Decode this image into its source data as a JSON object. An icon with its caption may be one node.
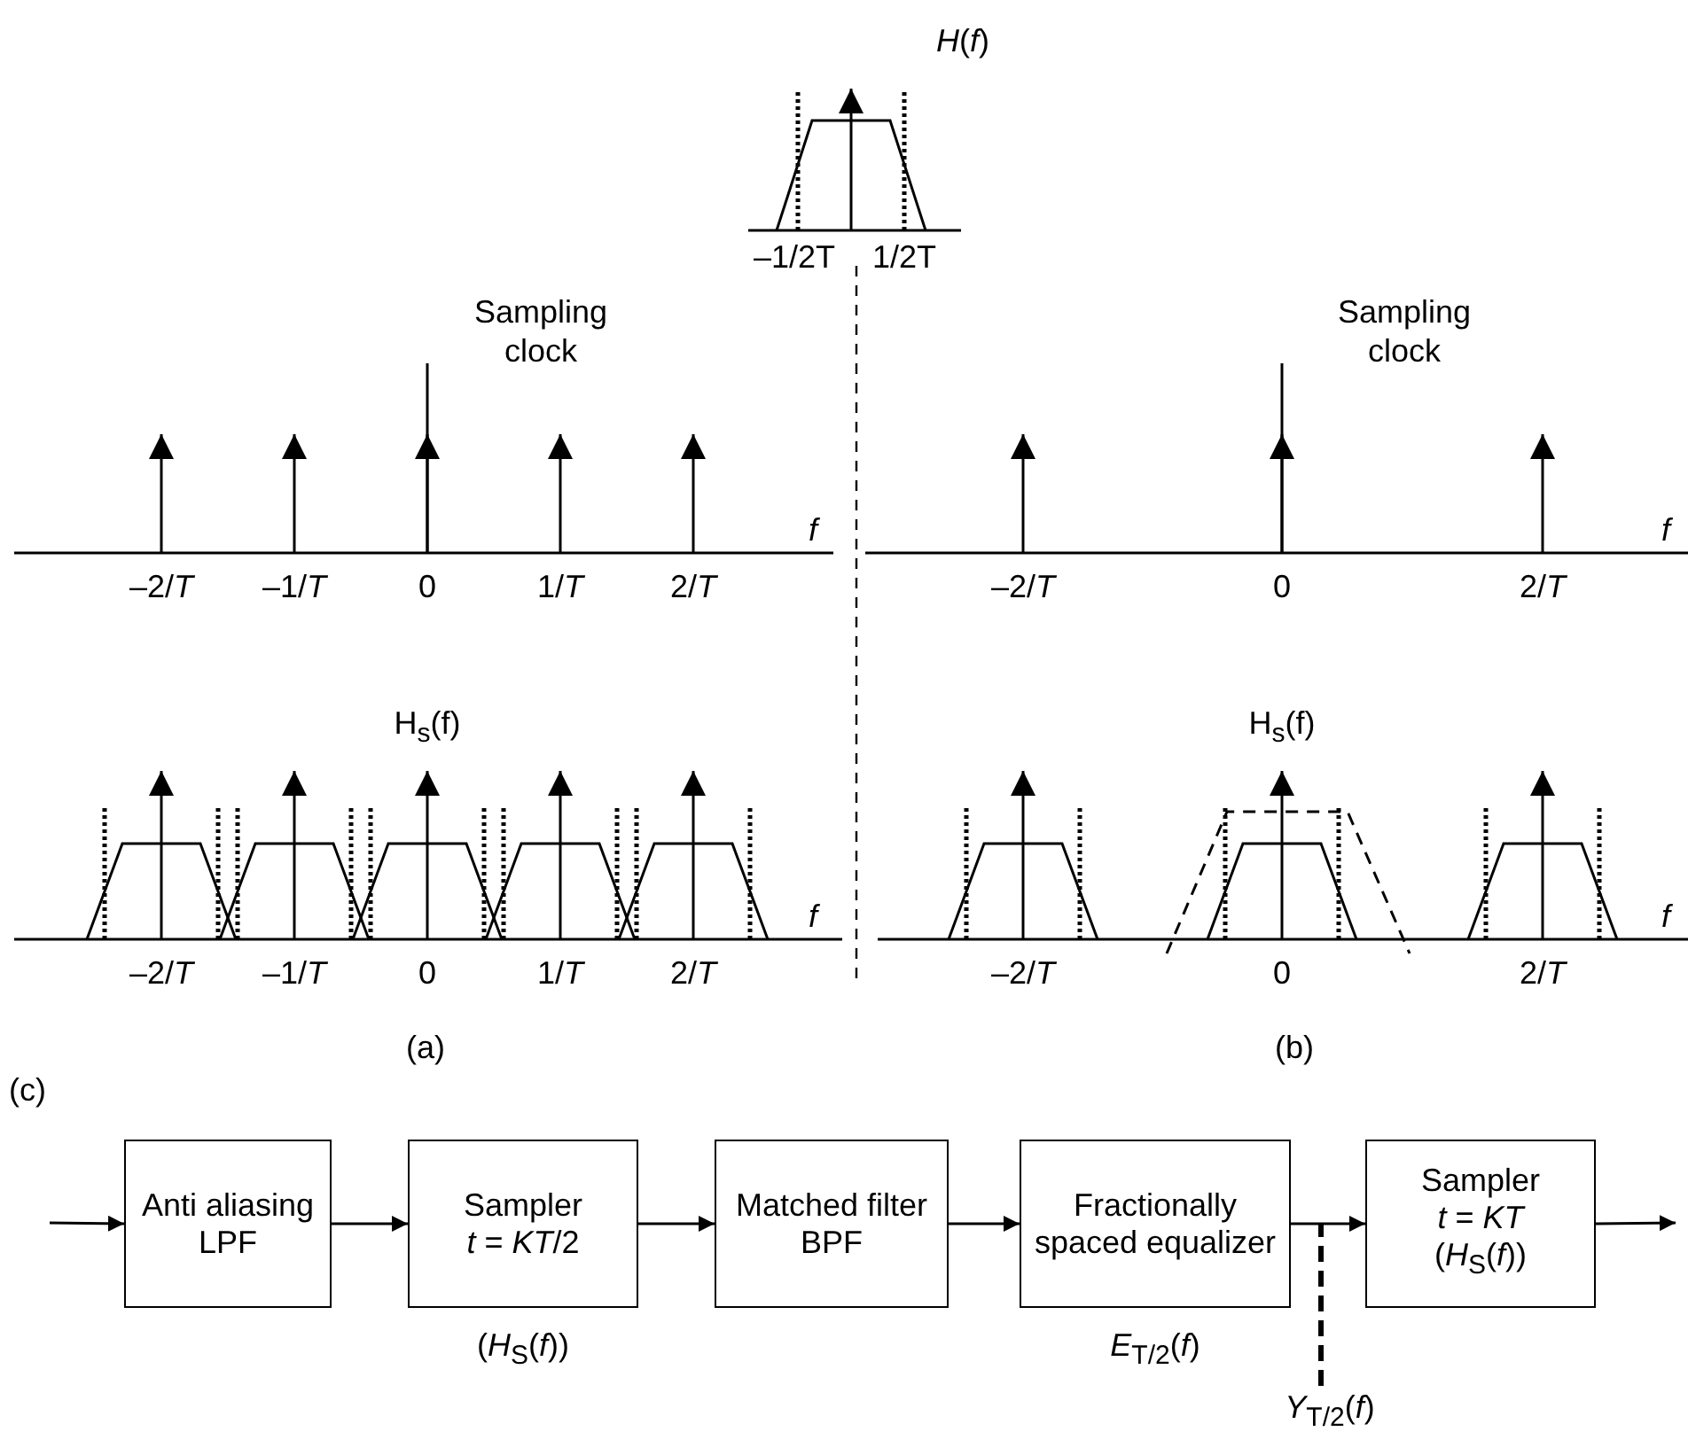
{
  "diagram": {
    "nodes": [
      {
        "text": [
          "Anti aliasing LPF"
        ]
      },
      {
        "text": [
          "Sampler",
          "*t* = *KT*/2"
        ],
        "beside": [
          "(*H*$_{S}$(*f*))"
        ]
      },
      {
        "text": [
          "Matched filter BPF"
        ]
      },
      {
        "text": [
          "Fractionally spaced equalizer"
        ],
        "beside": [
          "*E*$_{T/2}$(*f*)"
        ]
      },
      {
        "text": [
          "Sampler",
          "*t* = *KT*",
          "(*H*$_{S}$(*f*))"
        ]
      },
      {
        "text": [
          "*Y*$_{T/2}$(*f*)"
        ]
      }
    ],
    "edges": [
      {
        "from": null,
        "to": 0,
        "arrow": "to"
      },
      {
        "from": 0,
        "to": 1,
        "arrow": "to"
      },
      {
        "from": 1,
        "to": 2,
        "arrow": "to"
      },
      {
        "from": 2,
        "to": 3,
        "arrow": "to"
      },
      {
        "from": 3,
        "to": 4,
        "arrow": "to"
      },
      {
        "from": 4,
        "to": null,
        "arrow": "to"
      },
      {
        "from": 5,
        "to": null,
        "arrow": "none",
        "style": "dashed"
      }
    ],
    "labels": [
      "*H*(*f*)",
      "–1/2T",
      "1/2T",
      "Sampling clock",
      "f",
      "–2/*T*",
      "–1/*T*",
      "0",
      "1/*T*",
      "2/*T*",
      "Sampling clock",
      "f",
      "–2/*T*",
      "0",
      "2/*T*",
      "H$_{s}$(f)",
      "f",
      "–2/*T*",
      "–1/*T*",
      "0",
      "1/*T*",
      "2/*T*",
      "H$_{s}$(f)",
      "f",
      "–2/*T*",
      "0",
      "2/*T*",
      "(a)",
      "(b)",
      "(c)"
    ]
  }
}
